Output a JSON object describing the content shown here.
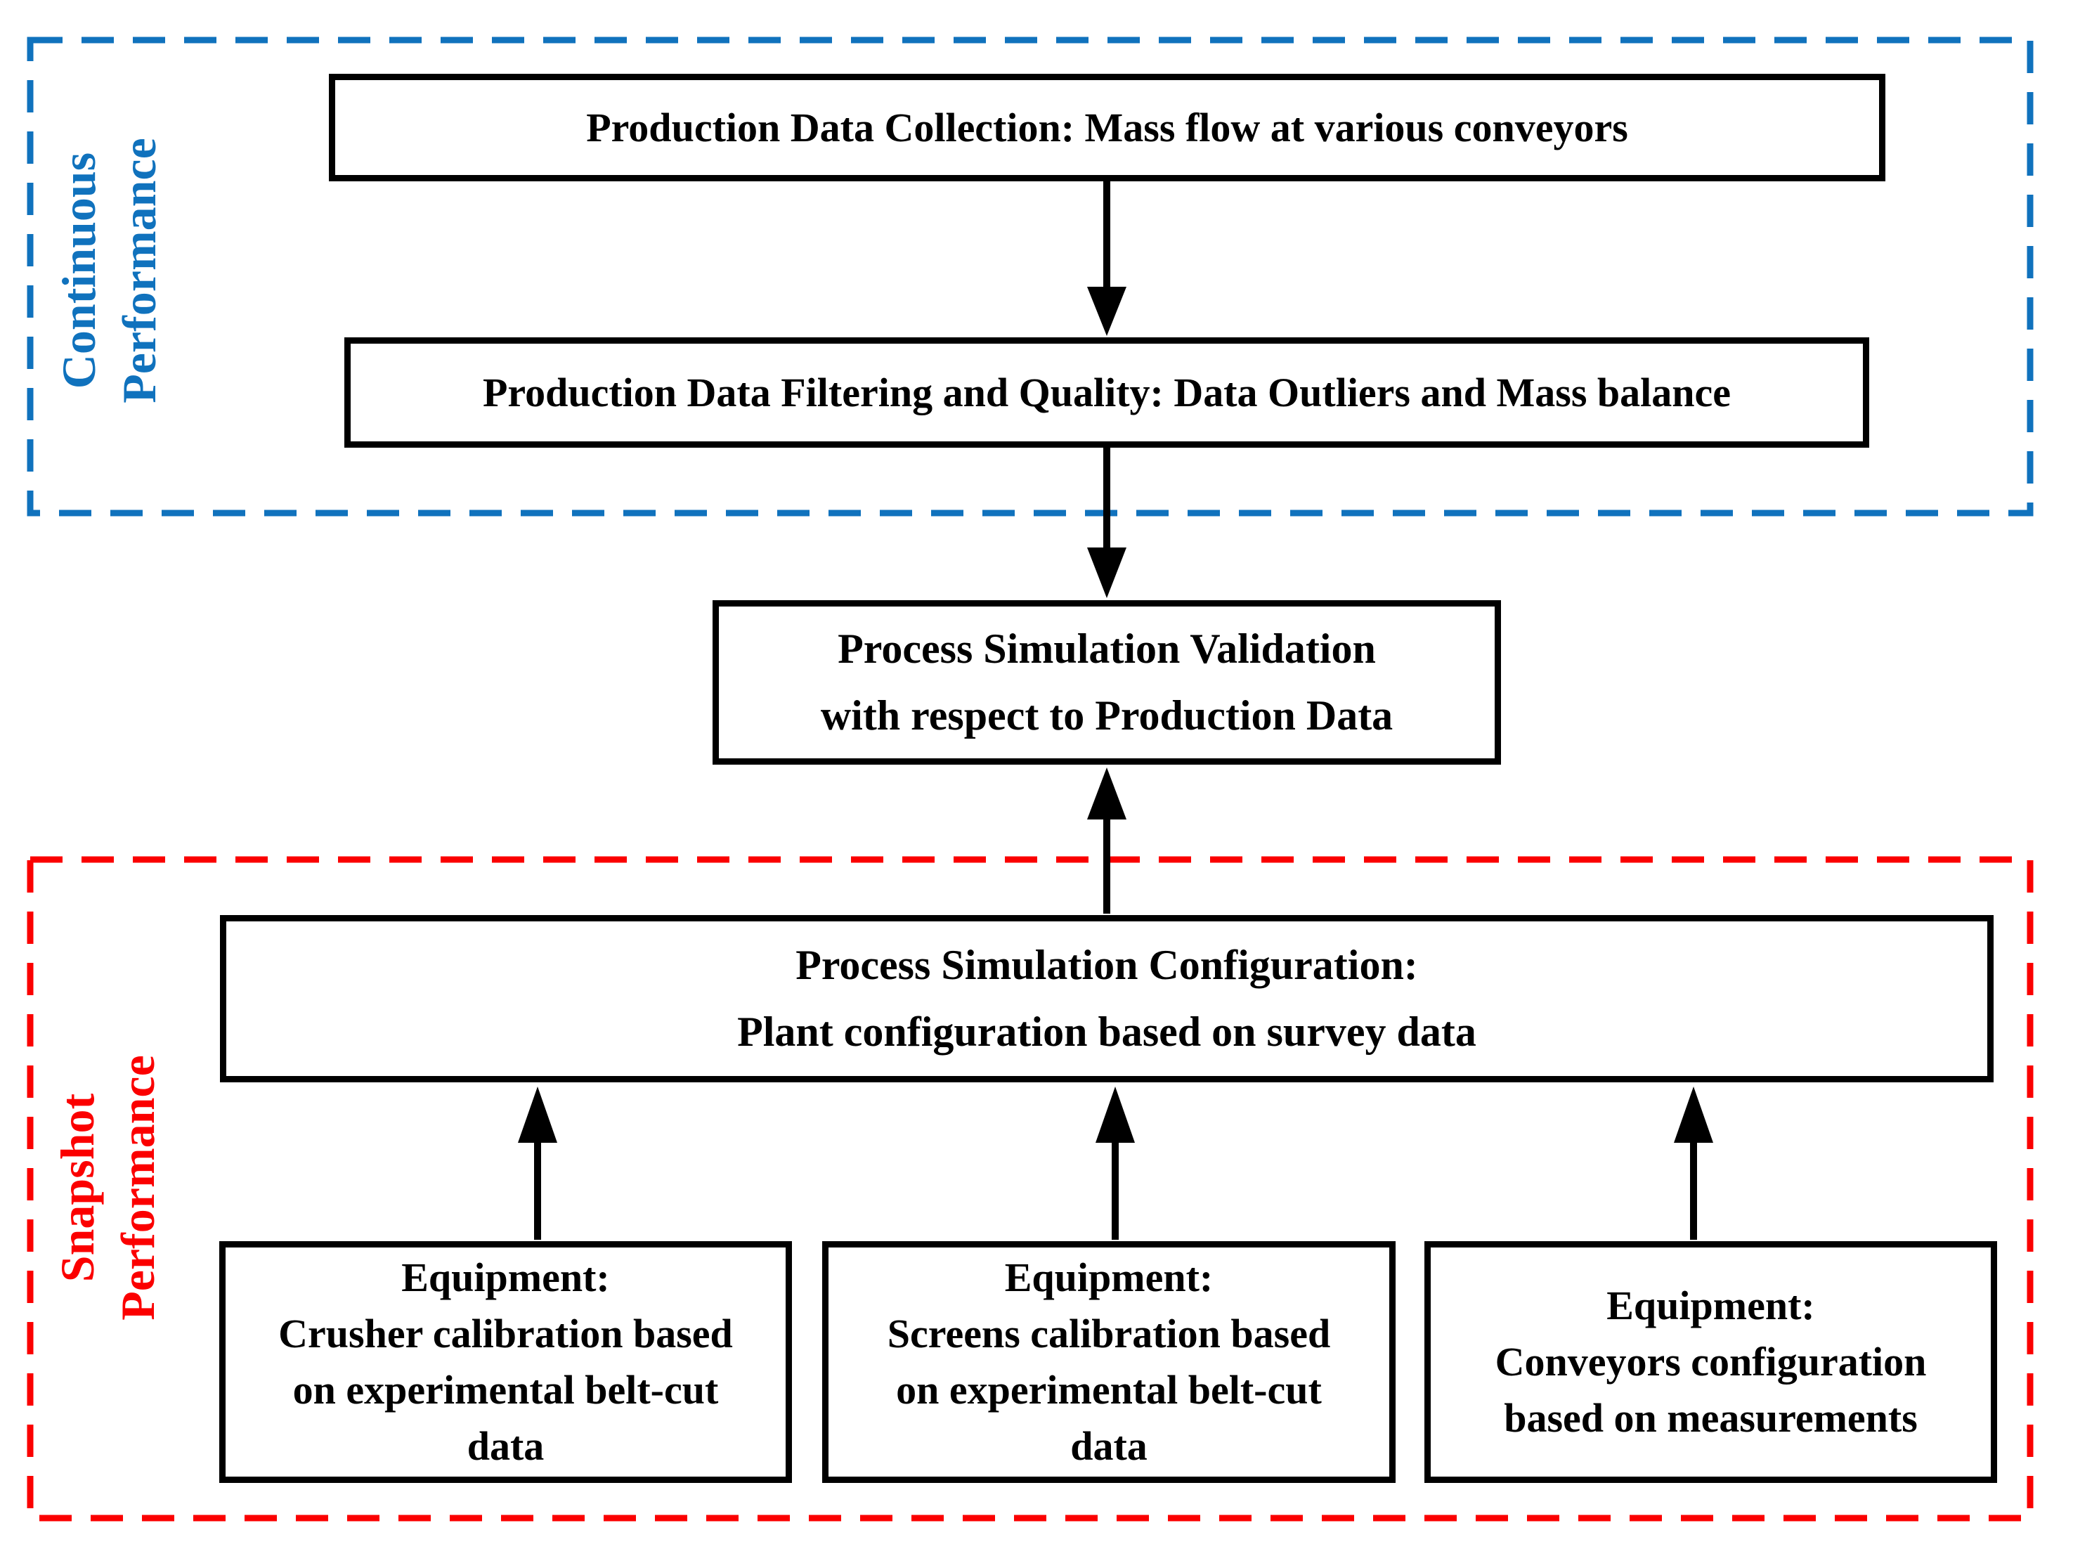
{
  "groups": {
    "continuous": {
      "label_line1": "Continuous",
      "label_line2": "Performance",
      "color": "#1072BD"
    },
    "snapshot": {
      "label_line1": "Snapshot",
      "label_line2": "Performance",
      "color": "#FB0000"
    }
  },
  "boxes": {
    "collection": {
      "text": "Production Data Collection: Mass flow at various conveyors"
    },
    "filtering": {
      "text": "Production Data Filtering and Quality: Data Outliers and Mass balance"
    },
    "validation": {
      "line1": "Process Simulation Validation",
      "line2": "with respect to Production Data"
    },
    "configuration": {
      "line1": "Process Simulation Configuration:",
      "line2": "Plant configuration based on survey data"
    },
    "equipment_crusher": {
      "line1": "Equipment:",
      "line2": "Crusher calibration based",
      "line3": "on experimental belt-cut",
      "line4": "data"
    },
    "equipment_screens": {
      "line1": "Equipment:",
      "line2": "Screens calibration based",
      "line3": "on experimental belt-cut",
      "line4": "data"
    },
    "equipment_conveyors": {
      "line1": "Equipment:",
      "line2": "Conveyors configuration",
      "line3": "based on measurements"
    }
  },
  "line_color": "#000000"
}
